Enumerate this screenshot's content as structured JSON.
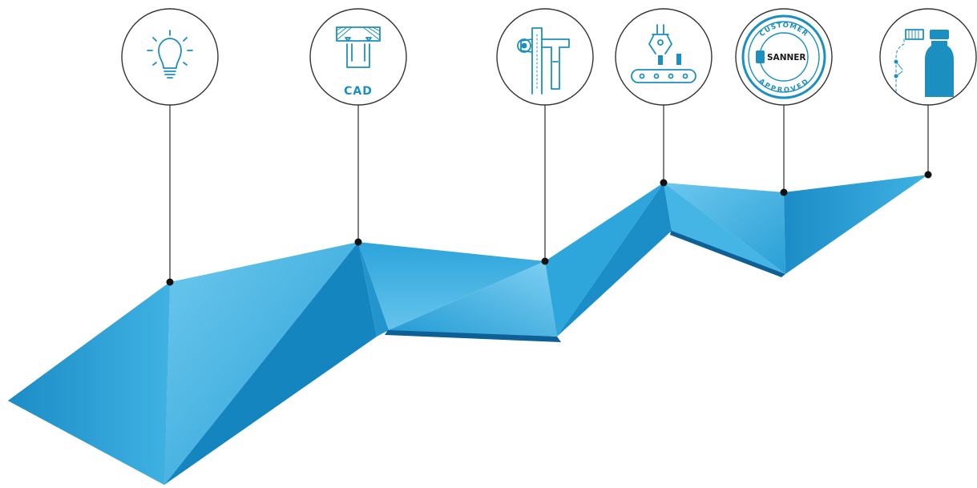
{
  "colors": {
    "ribbon_light": "#5fc0ea",
    "ribbon_mid": "#2ea7dc",
    "ribbon_dark": "#1583bd",
    "ribbon_shadow": "#0d5f95",
    "icon_accent": "#1b8fbf",
    "badge_outline": "#333333"
  },
  "milestones": [
    {
      "icon": "lightbulb-icon"
    },
    {
      "icon": "cad-drawing-icon",
      "label": "CAD"
    },
    {
      "icon": "caliper-icon"
    },
    {
      "icon": "conveyor-gripper-icon"
    },
    {
      "icon": "customer-approved-seal-icon",
      "seal_top": "CUSTOMER",
      "seal_bottom": "APPROVED",
      "brand": "SANNER"
    },
    {
      "icon": "bottle-icon"
    }
  ]
}
